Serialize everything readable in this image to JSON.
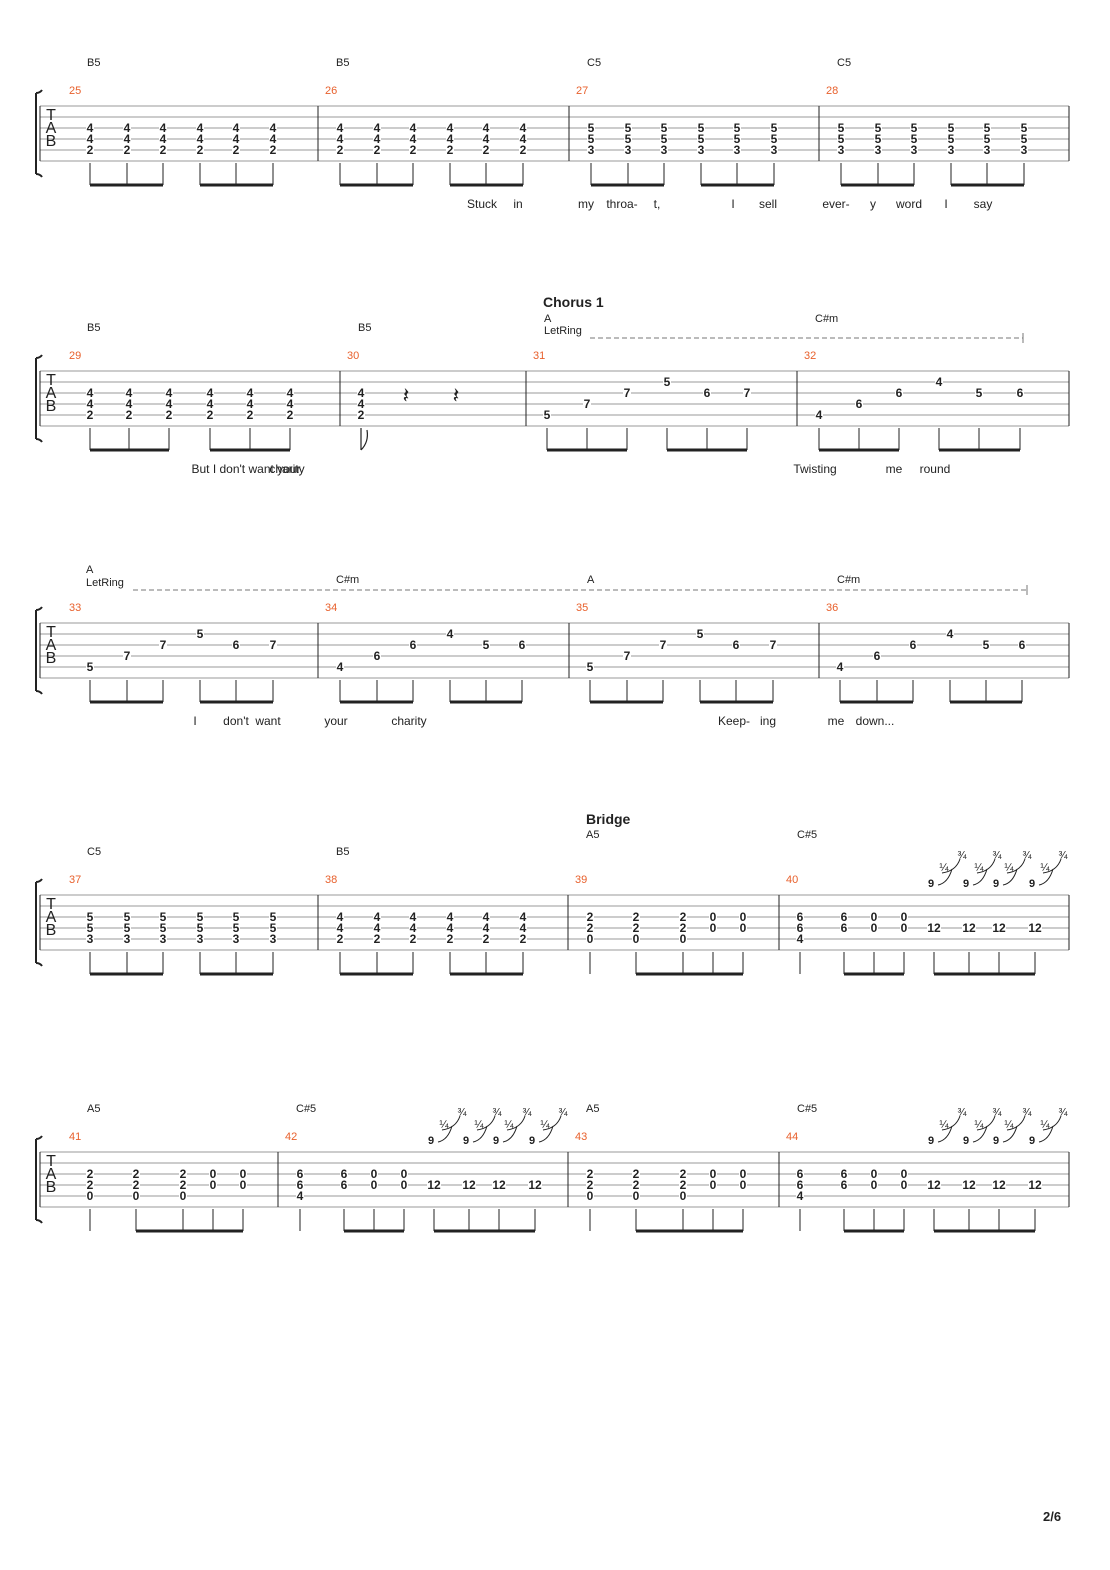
{
  "page_number": "2/6",
  "colors": {
    "measure_number": "#e8602c",
    "ink": "#222222",
    "staff_line": "#999999"
  },
  "tab_clef": [
    "T",
    "A",
    "B"
  ],
  "systems": [
    {
      "measures": [
        {
          "number": "25",
          "chord": "B5",
          "notes": [
            "4\n4\n2",
            "4\n4\n2",
            "4\n4\n2",
            "4\n4\n2",
            "4\n4\n2",
            "4\n4\n2"
          ]
        },
        {
          "number": "26",
          "chord": "B5",
          "notes": [
            "4\n4\n2",
            "4\n4\n2",
            "4\n4\n2",
            "4\n4\n2",
            "4\n4\n2",
            "4\n4\n2"
          ]
        },
        {
          "number": "27",
          "chord": "C5",
          "notes": [
            "5\n5\n3",
            "5\n5\n3",
            "5\n5\n3",
            "5\n5\n3",
            "5\n5\n3",
            "5\n5\n3"
          ]
        },
        {
          "number": "28",
          "chord": "C5",
          "notes": [
            "5\n5\n3",
            "5\n5\n3",
            "5\n5\n3",
            "5\n5\n3",
            "5\n5\n3",
            "5\n5\n3"
          ]
        }
      ],
      "lyrics": [
        "Stuck",
        "in",
        "my",
        "throa-",
        "t,",
        "I",
        "sell",
        "ever-",
        "y",
        "word",
        "I",
        "say"
      ]
    },
    {
      "section": "Chorus 1",
      "let_ring": "LetRing",
      "measures": [
        {
          "number": "29",
          "chord": "B5",
          "notes": [
            "4\n4\n2",
            "4\n4\n2",
            "4\n4\n2",
            "4\n4\n2",
            "4\n4\n2",
            "4\n4\n2"
          ]
        },
        {
          "number": "30",
          "chord": "B5",
          "notes": [
            "4\n4\n2"
          ]
        },
        {
          "number": "31",
          "chord": "A",
          "notes": [
            "5",
            "7",
            "7",
            "5",
            "6",
            "7"
          ]
        },
        {
          "number": "32",
          "chord": "C#m",
          "notes": [
            "4",
            "6",
            "6",
            "4",
            "5",
            "6"
          ]
        }
      ],
      "lyrics": [
        "But I don't want your",
        "charity",
        "Twisting",
        "me",
        "round"
      ]
    },
    {
      "let_ring": "LetRing",
      "measures": [
        {
          "number": "33",
          "chord": "A",
          "notes": [
            "5",
            "7",
            "7",
            "5",
            "6",
            "7"
          ]
        },
        {
          "number": "34",
          "chord": "C#m",
          "notes": [
            "4",
            "6",
            "6",
            "4",
            "5",
            "6"
          ]
        },
        {
          "number": "35",
          "chord": "A",
          "notes": [
            "5",
            "7",
            "7",
            "5",
            "6",
            "7"
          ]
        },
        {
          "number": "36",
          "chord": "C#m",
          "notes": [
            "4",
            "6",
            "6",
            "4",
            "5",
            "6"
          ]
        }
      ],
      "lyrics": [
        "I",
        "don't",
        "want",
        "your",
        "charity",
        "Keep-",
        "ing",
        "me",
        "down..."
      ]
    },
    {
      "section": "Bridge",
      "measures": [
        {
          "number": "37",
          "chord": "C5",
          "notes": [
            "5\n5\n3",
            "5\n5\n3",
            "5\n5\n3",
            "5\n5\n3",
            "5\n5\n3",
            "5\n5\n3"
          ]
        },
        {
          "number": "38",
          "chord": "B5",
          "notes": [
            "4\n4\n2",
            "4\n4\n2",
            "4\n4\n2",
            "4\n4\n2",
            "4\n4\n2",
            "4\n4\n2"
          ]
        },
        {
          "number": "39",
          "chord": "A5",
          "notes": [
            "2\n2\n0",
            "2\n2\n0",
            "2\n2\n0",
            "0\n0",
            "0\n0"
          ]
        },
        {
          "number": "40",
          "chord": "C#5",
          "notes": [
            "6\n6\n4",
            "6\n6",
            "0\n0",
            "0\n0",
            "12",
            "12",
            "12",
            "12"
          ]
        }
      ],
      "lyrics": []
    },
    {
      "measures": [
        {
          "number": "41",
          "chord": "A5",
          "notes": [
            "2\n2\n0",
            "2\n2\n0",
            "2\n2\n0",
            "0\n0",
            "0\n0"
          ]
        },
        {
          "number": "42",
          "chord": "C#5",
          "notes": [
            "6\n6\n4",
            "6\n6",
            "0\n0",
            "0\n0",
            "12",
            "12",
            "12",
            "12"
          ]
        },
        {
          "number": "43",
          "chord": "A5",
          "notes": [
            "2\n2\n0",
            "2\n2\n0",
            "2\n2\n0",
            "0\n0",
            "0\n0"
          ]
        },
        {
          "number": "44",
          "chord": "C#5",
          "notes": [
            "6\n6\n4",
            "6\n6",
            "0\n0",
            "0\n0",
            "12",
            "12",
            "12",
            "12"
          ]
        }
      ],
      "lyrics": []
    }
  ],
  "bend_labels": {
    "quarter": "¼",
    "three_quarter": "¾",
    "grace_fret": "9"
  }
}
